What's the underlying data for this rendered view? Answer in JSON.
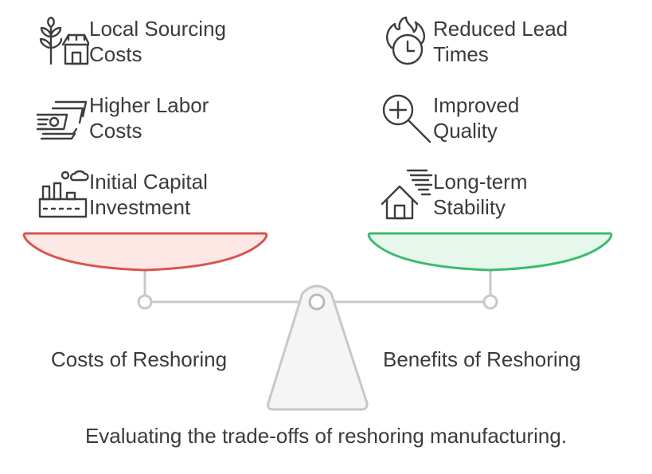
{
  "diagram": {
    "costs": {
      "label": "Costs of Reshoring",
      "color": "#d9534f",
      "fill": "#fde8e6",
      "items": [
        {
          "text": "Local Sourcing\nCosts",
          "icon": "wheat-and-shop-icon"
        },
        {
          "text": "Higher Labor\nCosts",
          "icon": "cash-stack-icon"
        },
        {
          "text": "Initial Capital\nInvestment",
          "icon": "factory-icon"
        }
      ]
    },
    "benefits": {
      "label": "Benefits of Reshoring",
      "color": "#3dbb6f",
      "fill": "#e6f8ec",
      "items": [
        {
          "text": "Reduced Lead\nTimes",
          "icon": "fire-clock-icon"
        },
        {
          "text": "Improved\nQuality",
          "icon": "zoom-in-icon"
        },
        {
          "text": "Long-term\nStability",
          "icon": "house-wind-icon"
        }
      ]
    },
    "caption": "Evaluating the trade-offs of reshoring manufacturing."
  }
}
